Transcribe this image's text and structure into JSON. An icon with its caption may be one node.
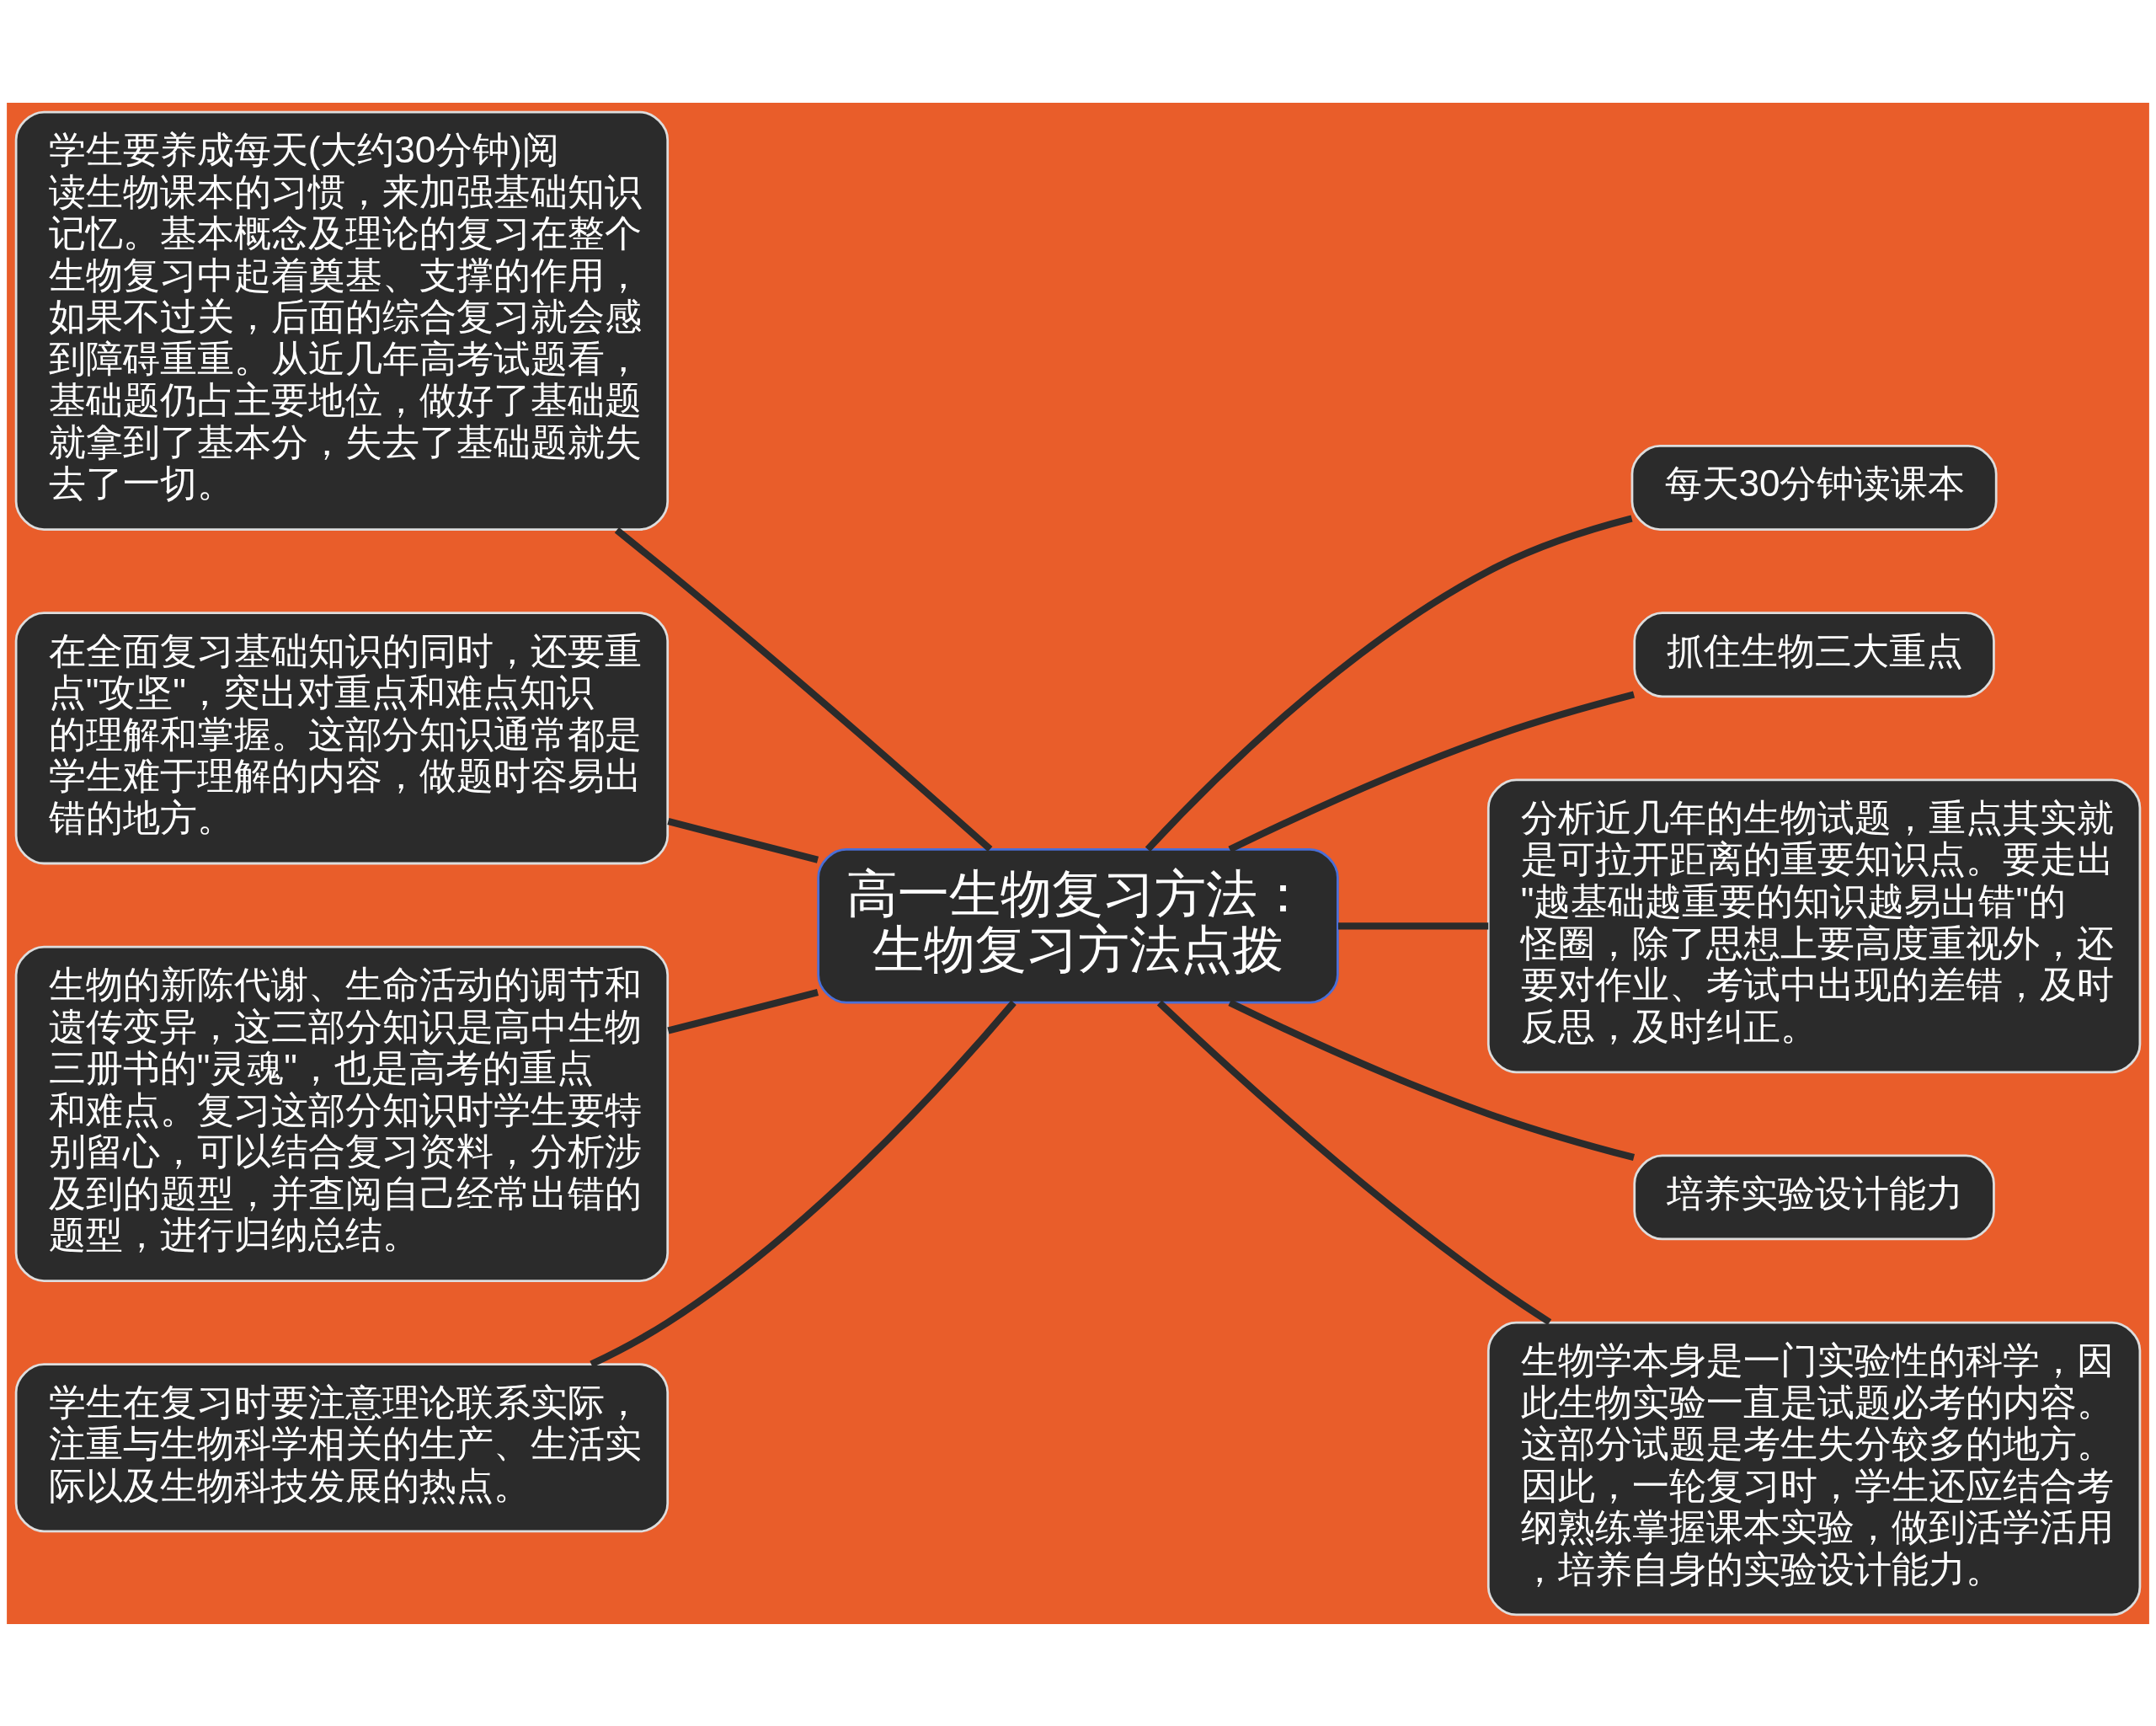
{
  "diagram": {
    "nodes": [
      {
        "text": [
          "学生要养成每天(大约30分钟)阅读生物课本的习惯，来加强基础知识记忆。基本概念及理论的复习在整个生物复习中起着奠基、支撑的作用，如果不过关，后面的综合复习就会感到障碍重重。从近几年高考试题看，基础题仍占主要地位，做好了基础题就拿到了基本分，失去了基础题就失去了一切。"
        ]
      },
      {
        "text": [
          "在全面复习基础知识的同时，还要重点\"攻坚\"，突出对重点和难点知识的理解和掌握。这部分知识通常都是学生难于理解的内容，做题时容易出错的地方。"
        ]
      },
      {
        "text": [
          "生物的新陈代谢、生命活动的调节和遗传变异，这三部分知识是高中生物三册书的\"灵魂\"，也是高考的重点和难点。复习这部分知识时学生要特别留心，可以结合复习资料，分析涉及到的题型，并查阅自己经常出错的题型，进行归纳总结。"
        ]
      },
      {
        "text": [
          "学生在复习时要注意理论联系实际，注重与生物科学相关的生产、生活实际以及生物科技发展的热点。"
        ]
      },
      {
        "text": [
          "高一生物复习方法：生物复习方法点拨"
        ]
      },
      {
        "text": [
          "每天30分钟读课本"
        ]
      },
      {
        "text": [
          "抓住生物三大重点"
        ]
      },
      {
        "text": [
          "分析近几年的生物试题，重点其实就是可拉开距离的重要知识点。要走出\"越基础越重要的知识越易出错\"的怪圈，除了思想上要高度重视外，还要对作业、考试中出现的差错，及时反思，及时纠正。"
        ]
      },
      {
        "text": [
          "培养实验设计能力"
        ]
      },
      {
        "text": [
          "生物学本身是一门实验性的科学，因此生物实验一直是试题必考的内容。这部分试题是考生失分较多的地方。因此，一轮复习时，学生还应结合考纲熟练掌握课本实验，做到活学活用，培养自身的实验设计能力。"
        ]
      }
    ],
    "edges": [
      {
        "from": 4,
        "to": 0,
        "arrow": "none"
      },
      {
        "from": 4,
        "to": 1,
        "arrow": "none"
      },
      {
        "from": 4,
        "to": 2,
        "arrow": "none"
      },
      {
        "from": 4,
        "to": 3,
        "arrow": "none"
      },
      {
        "from": 4,
        "to": 5,
        "arrow": "none"
      },
      {
        "from": 4,
        "to": 6,
        "arrow": "none"
      },
      {
        "from": 4,
        "to": 7,
        "arrow": "none"
      },
      {
        "from": 4,
        "to": 8,
        "arrow": "none"
      },
      {
        "from": 4,
        "to": 9,
        "arrow": "none"
      }
    ]
  }
}
